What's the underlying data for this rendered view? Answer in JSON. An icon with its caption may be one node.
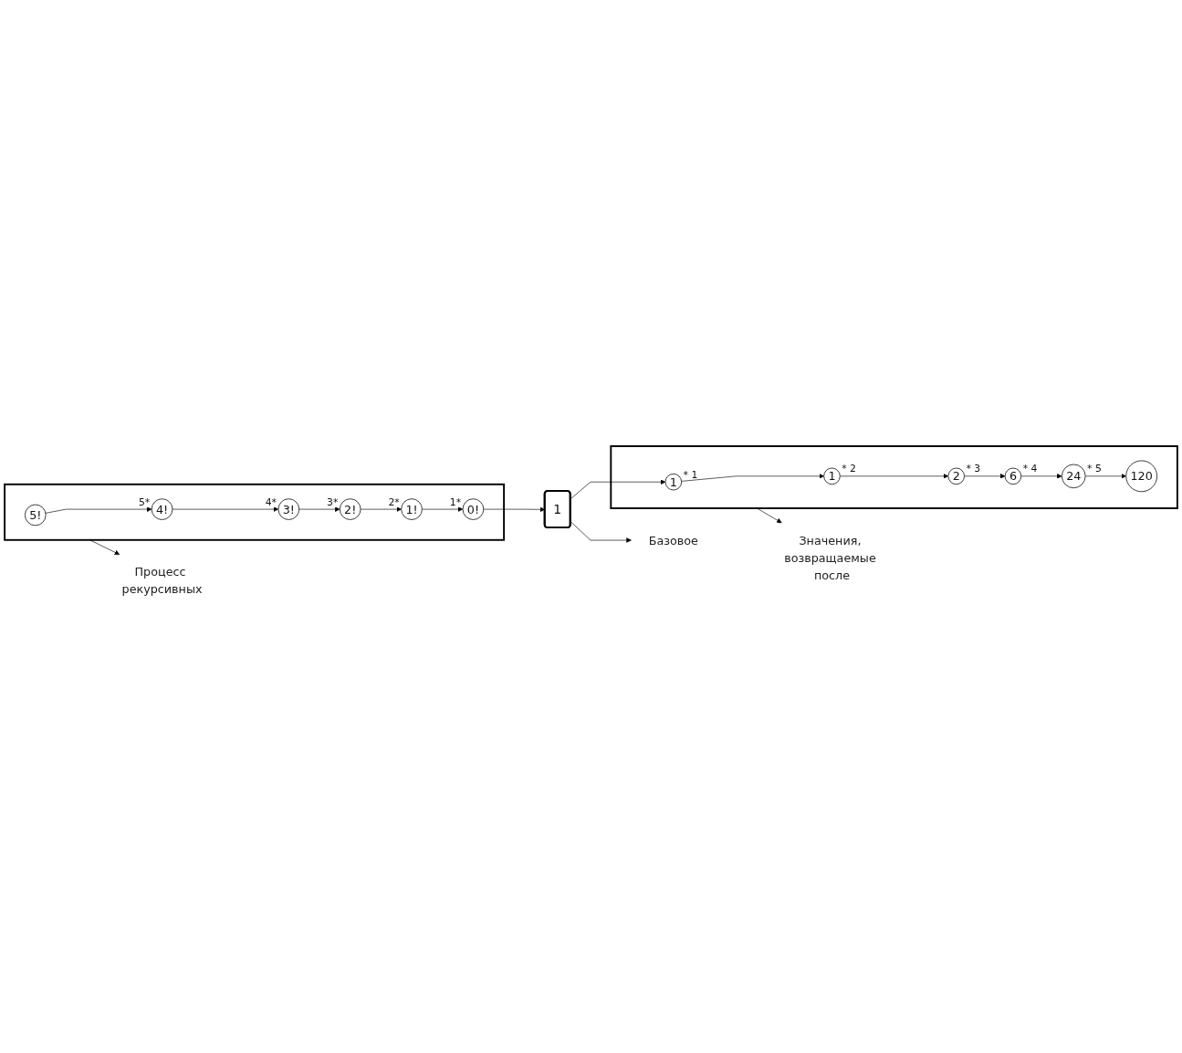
{
  "diagram": {
    "nodes": [
      {
        "text": [],
        "shape": "box"
      },
      {
        "text": [
          "5!"
        ],
        "in": 0
      },
      {
        "text": [
          "4!"
        ],
        "in": 0,
        "beside": [
          "5*"
        ]
      },
      {
        "text": [
          "3!"
        ],
        "in": 0,
        "beside": [
          "4*"
        ]
      },
      {
        "text": [
          "2!"
        ],
        "in": 0,
        "beside": [
          "3*"
        ]
      },
      {
        "text": [
          "1!"
        ],
        "in": 0,
        "beside": [
          "2*"
        ]
      },
      {
        "text": [
          "0!"
        ],
        "in": 0,
        "beside": [
          "1*"
        ]
      },
      {
        "text": [
          "1"
        ]
      },
      {
        "text": [],
        "shape": "box"
      },
      {
        "text": [
          "1"
        ],
        "in": 8,
        "beside": [
          "* 1"
        ]
      },
      {
        "text": [
          "1"
        ],
        "in": 8,
        "beside": [
          "* 2"
        ]
      },
      {
        "text": [
          "2"
        ],
        "in": 8,
        "beside": [
          "* 3"
        ]
      },
      {
        "text": [
          "6"
        ],
        "in": 8,
        "beside": [
          "* 4"
        ]
      },
      {
        "text": [
          "24"
        ],
        "in": 8,
        "beside": [
          "* 5"
        ]
      },
      {
        "text": [
          "120"
        ],
        "in": 8
      },
      {
        "text": [
          "Процесс рекурсивных"
        ]
      },
      {
        "text": [
          "Базовое"
        ]
      },
      {
        "text": [
          "Значения, возвращаемые после"
        ]
      }
    ],
    "edges": [
      {
        "from": 1,
        "to": 2,
        "arrow": "to"
      },
      {
        "from": 2,
        "to": 3,
        "arrow": "to"
      },
      {
        "from": 3,
        "to": 4,
        "arrow": "to"
      },
      {
        "from": 4,
        "to": 5,
        "arrow": "to"
      },
      {
        "from": 5,
        "to": 6,
        "arrow": "to"
      },
      {
        "from": 6,
        "to": 7,
        "arrow": "to"
      },
      {
        "from": 7,
        "to": 9,
        "arrow": "to"
      },
      {
        "from": 9,
        "to": 10,
        "arrow": "to"
      },
      {
        "from": 10,
        "to": 11,
        "arrow": "to"
      },
      {
        "from": 11,
        "to": 12,
        "arrow": "to"
      },
      {
        "from": 12,
        "to": 13,
        "arrow": "to"
      },
      {
        "from": 13,
        "to": 14,
        "arrow": "to"
      },
      {
        "from": 0,
        "to": 15,
        "arrow": "to"
      },
      {
        "from": 7,
        "to": 16,
        "arrow": "to"
      },
      {
        "from": 8,
        "to": 17,
        "arrow": "to"
      }
    ]
  }
}
